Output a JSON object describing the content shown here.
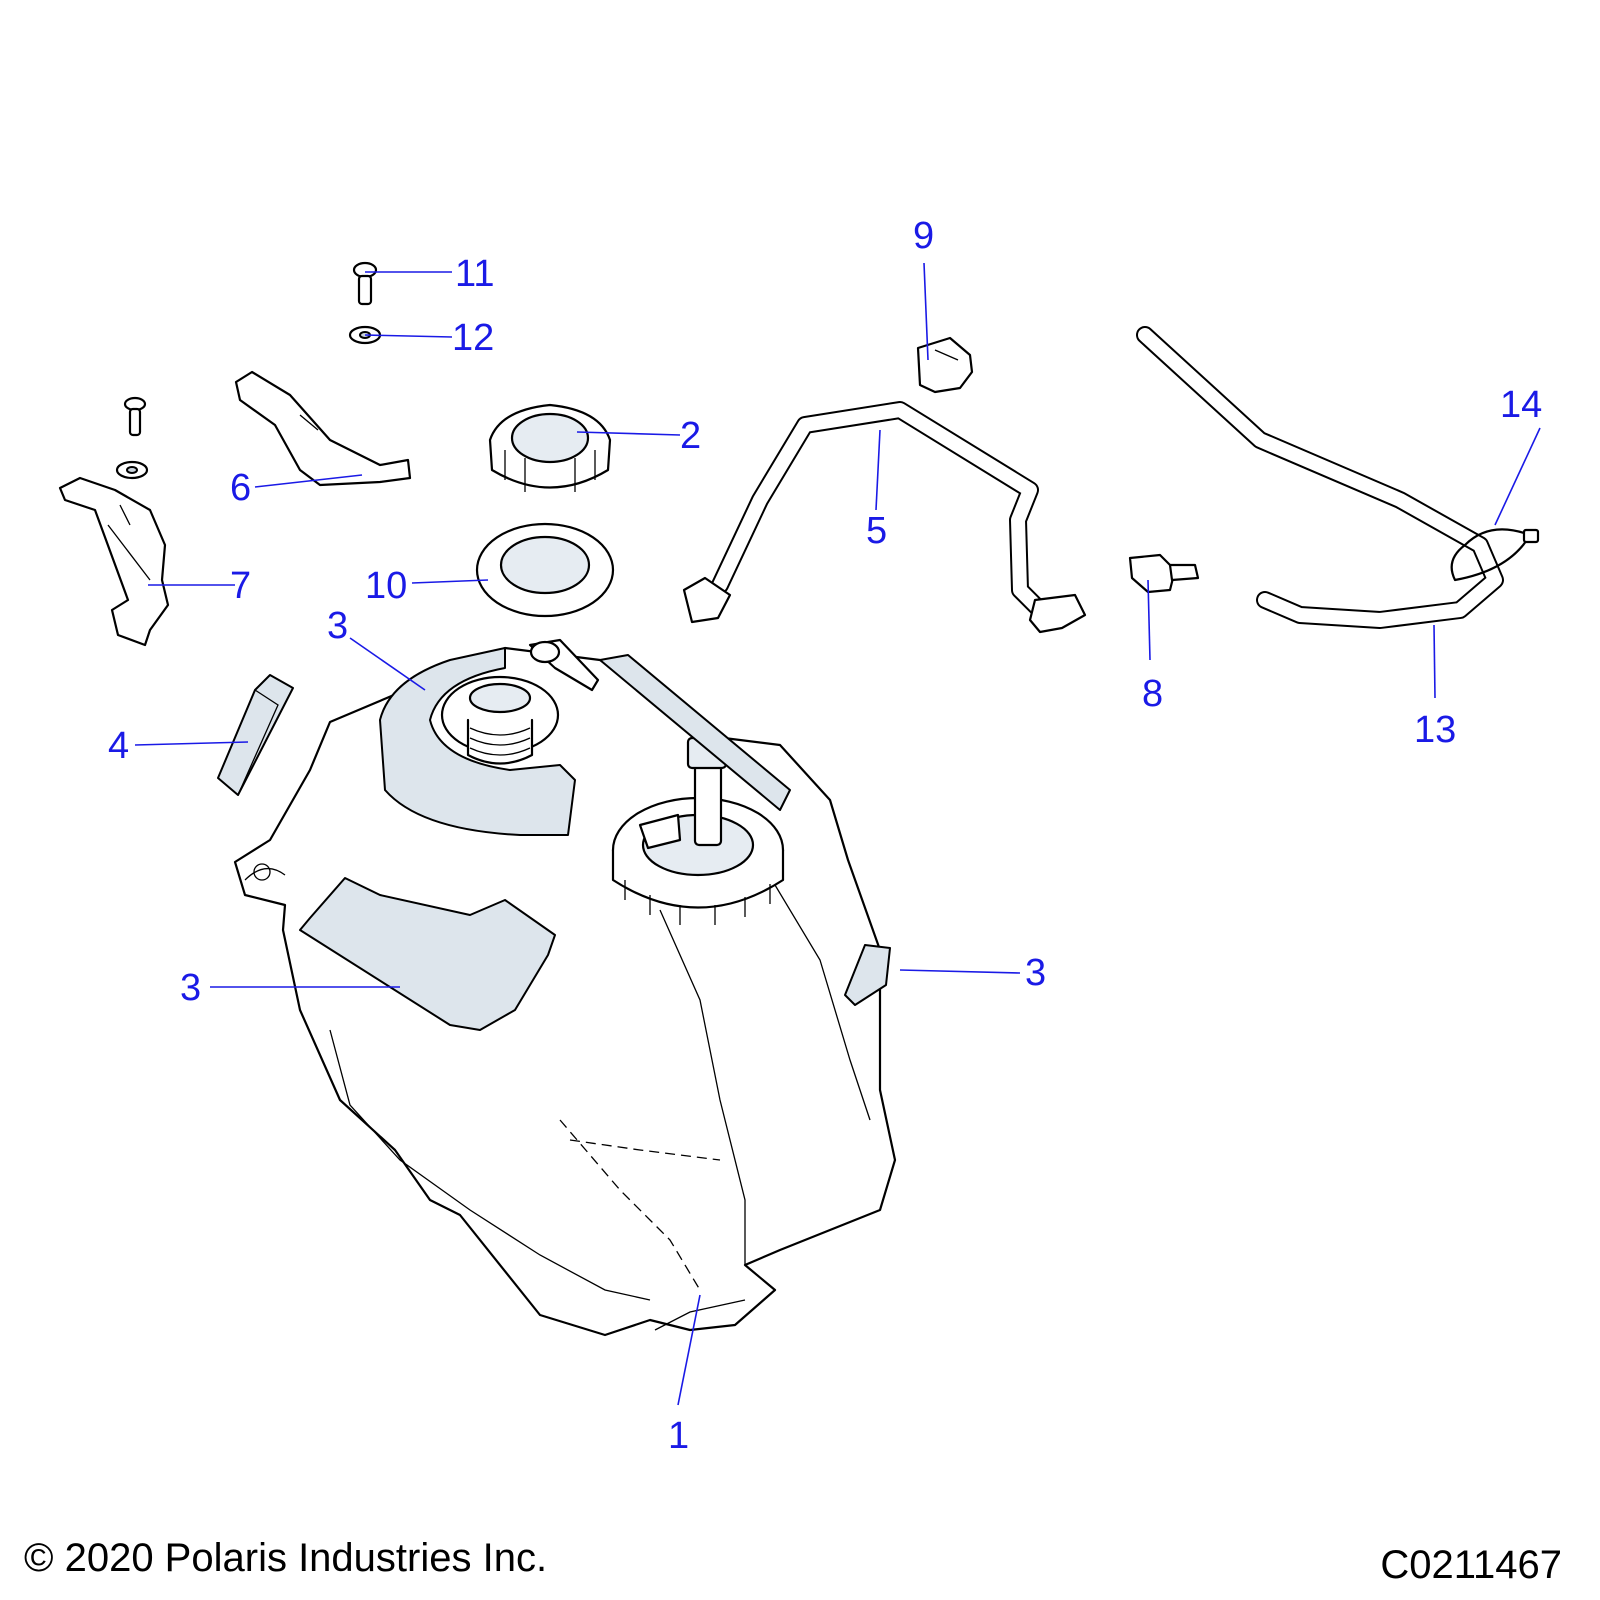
{
  "footer": {
    "copyright": "© 2020 Polaris Industries Inc.",
    "drawing_number": "C0211467"
  },
  "callouts": {
    "c1": "1",
    "c2": "2",
    "c3a": "3",
    "c3b": "3",
    "c3c": "3",
    "c4": "4",
    "c5": "5",
    "c6": "6",
    "c7": "7",
    "c8": "8",
    "c9": "9",
    "c10": "10",
    "c11": "11",
    "c12": "12",
    "c13": "13",
    "c14": "14"
  },
  "colors": {
    "callout": "#1a1ae6",
    "linework": "#000000",
    "shade": "#e6ecf2"
  }
}
